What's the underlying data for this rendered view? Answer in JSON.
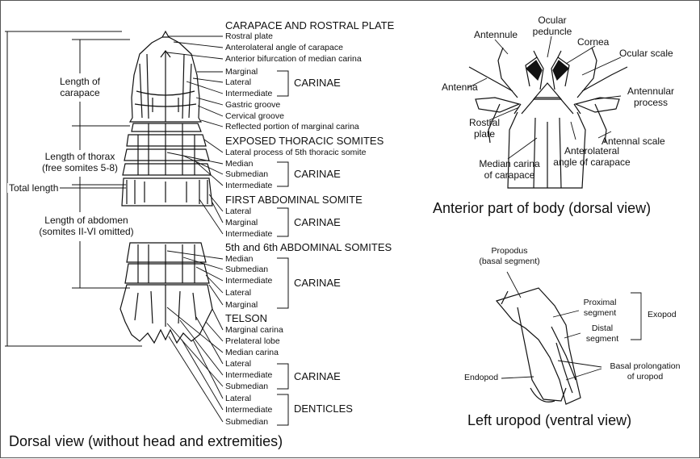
{
  "dorsal": {
    "caption": "Dorsal view (without head and extremities)",
    "left": {
      "length_carapace_1": "Length of",
      "length_carapace_2": "carapace",
      "length_thorax_1": "Length of thorax",
      "length_thorax_2": "(free somites 5-8)",
      "total_length": "Total length",
      "length_abdomen_1": "Length of abdomen",
      "length_abdomen_2": "(somites II-VI omitted)"
    },
    "sections": {
      "carapace": "CARAPACE AND ROSTRAL PLATE",
      "thoracic": "EXPOSED THORACIC SOMITES",
      "first_abdominal": "FIRST ABDOMINAL SOMITE",
      "fifth_sixth": "5th and 6th ABDOMINAL SOMITES",
      "telson": "TELSON"
    },
    "labels": {
      "rostral_plate": "Rostral plate",
      "anterolateral_angle": "Anterolateral angle of carapace",
      "anterior_bifurcation": "Anterior bifurcation of median carina",
      "car_marginal": "Marginal",
      "car_lateral": "Lateral",
      "car_intermediate": "Intermediate",
      "gastric_groove": "Gastric groove",
      "cervical_groove": "Cervical groove",
      "reflected_portion": "Reflected portion of marginal carina",
      "lateral_process": "Lateral process of 5th thoracic somite",
      "thx_median": "Median",
      "thx_submedian": "Submedian",
      "thx_intermediate": "Intermediate",
      "ab1_lateral": "Lateral",
      "ab1_marginal": "Marginal",
      "ab1_intermediate": "Intermediate",
      "ab56_median": "Median",
      "ab56_submedian": "Submedian",
      "ab56_intermediate": "Intermediate",
      "ab56_lateral": "Lateral",
      "ab56_marginal": "Marginal",
      "tel_marginal_carina": "Marginal carina",
      "tel_prelateral_lobe": "Prelateral lobe",
      "tel_median_carina": "Median carina",
      "tel_lateral": "Lateral",
      "tel_intermediate": "Intermediate",
      "tel_submedian": "Submedian",
      "den_lateral": "Lateral",
      "den_intermediate": "Intermediate",
      "den_submedian": "Submedian"
    },
    "groups": {
      "carinae_1": "CARINAE",
      "carinae_2": "CARINAE",
      "carinae_3": "CARINAE",
      "carinae_4": "CARINAE",
      "carinae_5": "CARINAE",
      "denticles": "DENTICLES"
    }
  },
  "anterior": {
    "caption": "Anterior part of body (dorsal view)",
    "labels": {
      "antennule": "Antennule",
      "ocular_peduncle_1": "Ocular",
      "ocular_peduncle_2": "peduncle",
      "cornea": "Cornea",
      "ocular_scale": "Ocular scale",
      "antenna": "Antenna",
      "antennular_process_1": "Antennular",
      "antennular_process_2": "process",
      "rostral_plate_1": "Rostral",
      "rostral_plate_2": "plate",
      "antennal_scale": "Antennal scale",
      "anterolateral_1": "Anterolateral",
      "anterolateral_2": "angle of carapace",
      "median_carina_1": "Median carina",
      "median_carina_2": "of carapace"
    }
  },
  "uropod": {
    "caption": "Left uropod (ventral view)",
    "labels": {
      "propodus_1": "Propodus",
      "propodus_2": "(basal segment)",
      "proximal_1": "Proximal",
      "proximal_2": "segment",
      "exopod": "Exopod",
      "distal_1": "Distal",
      "distal_2": "segment",
      "basal_prolongation_1": "Basal prolongation",
      "basal_prolongation_2": "of uropod",
      "endopod": "Endopod"
    }
  }
}
